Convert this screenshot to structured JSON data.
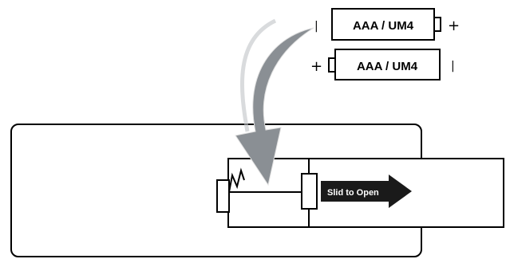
{
  "batteries": [
    {
      "label": "AAA / UM4",
      "left_terminal": "|",
      "right_terminal": "+"
    },
    {
      "label": "AAA / UM4",
      "left_terminal": "+",
      "right_terminal": "|"
    }
  ],
  "slide_label": "Slid to Open",
  "colors": {
    "outline": "#000000",
    "insert_arrow": "#8a8f94",
    "slide_arrow": "#1a1a1a",
    "slide_text": "#ffffff",
    "background": "#ffffff"
  }
}
